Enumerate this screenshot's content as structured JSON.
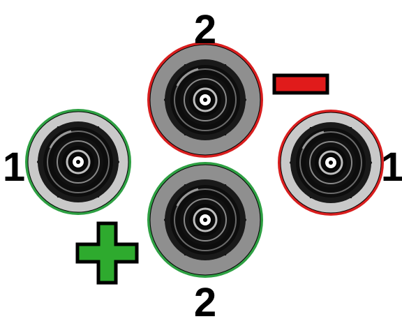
{
  "labels": {
    "top": "2",
    "bottom": "2",
    "left": "1",
    "right": "1"
  },
  "connectors": [
    {
      "id": "top",
      "polarity": "negative",
      "ring_color": "#d81e1e"
    },
    {
      "id": "bottom",
      "polarity": "positive",
      "ring_color": "#2ea043"
    },
    {
      "id": "left",
      "polarity": "positive",
      "ring_color": "#2ea043"
    },
    {
      "id": "right",
      "polarity": "negative",
      "ring_color": "#d81e1e"
    }
  ],
  "symbols": {
    "minus_color": "#e01b1b",
    "plus_color": "#2eaa2e"
  },
  "colors": {
    "body_large": "#8f8f8f",
    "body_small": "#c9c9c9",
    "hex_nut": "#1a1a1a",
    "outline": "#000000"
  }
}
